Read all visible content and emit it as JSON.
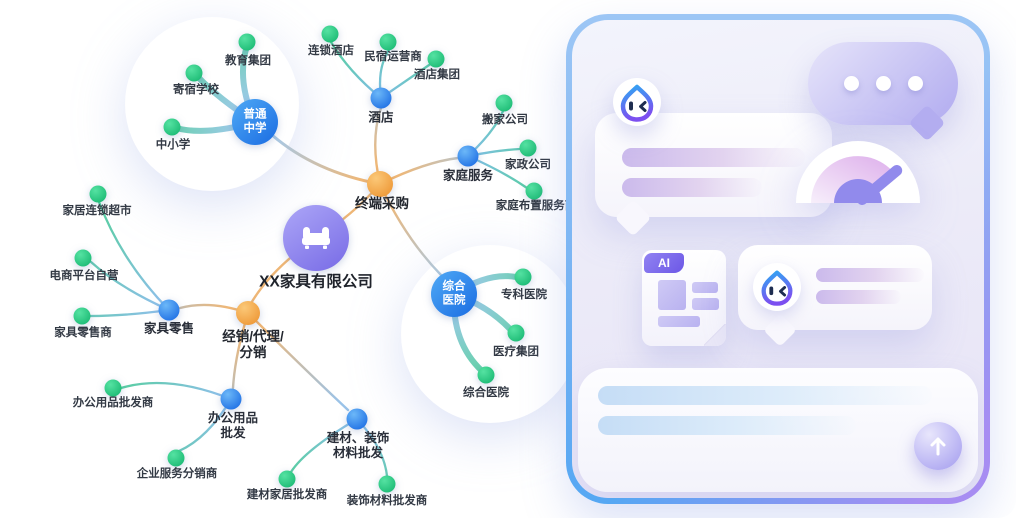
{
  "graph": {
    "company": "XX家具有限公司",
    "branches": {
      "terminal": "终端采购",
      "distribution_line1": "经销/代理/",
      "distribution_line2": "分销"
    },
    "hubs": {
      "school_line1": "普通",
      "school_line2": "中学",
      "hotel": "酒店",
      "home_service": "家庭服务",
      "hospital_line1": "综合",
      "hospital_line2": "医院",
      "furniture_retail": "家具零售",
      "office_line1": "办公用品",
      "office_line2": "批发",
      "build_line1": "建材、装饰",
      "build_line2": "材料批发"
    },
    "leaves": {
      "edu_group": "教育集团",
      "boarding_school": "寄宿学校",
      "primary_middle": "中小学",
      "chain_hotel": "连锁酒店",
      "bnb_operator": "民宿运营商",
      "hotel_group": "酒店集团",
      "moving_company": "搬家公司",
      "housekeeping": "家政公司",
      "home_furnishing_service": "家庭布置服务商",
      "specialist_hospital": "专科医院",
      "medical_group": "医疗集团",
      "general_hospital": "综合医院",
      "home_chain_store": "家居连锁超市",
      "ecommerce_self": "电商平台自营",
      "furniture_retailer": "家具零售商",
      "office_wholesaler": "办公用品批发商",
      "enterprise_distributor": "企业服务分销商",
      "building_home_wholesaler": "建材家居批发商",
      "decor_material_wholesaler": "装饰材料批发商"
    },
    "colors": {
      "leaf_green": "#2fcd87",
      "hub_blue": "#2f81e8",
      "branch_orange": "#f3a94e",
      "center_purple": "#867aeb"
    }
  },
  "illustration": {
    "ai_badge_label": "AI",
    "panel_border_blue": "#74b2f3",
    "panel_border_purple": "#a78df2"
  }
}
